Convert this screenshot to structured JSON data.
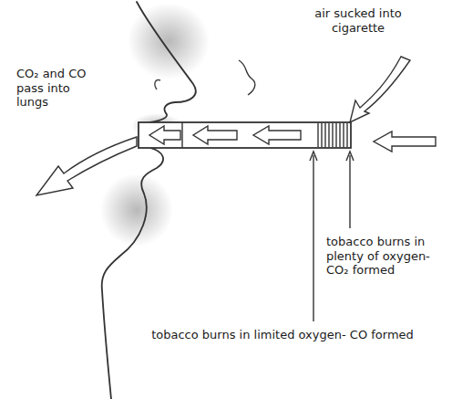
{
  "diagram": {
    "labels": [
      "CO₂ and CO pass into lungs",
      "air sucked into cigarette",
      "tobacco burns in plenty of oxygen- CO₂ formed",
      "tobacco burns in limited oxygen- CO formed"
    ]
  }
}
